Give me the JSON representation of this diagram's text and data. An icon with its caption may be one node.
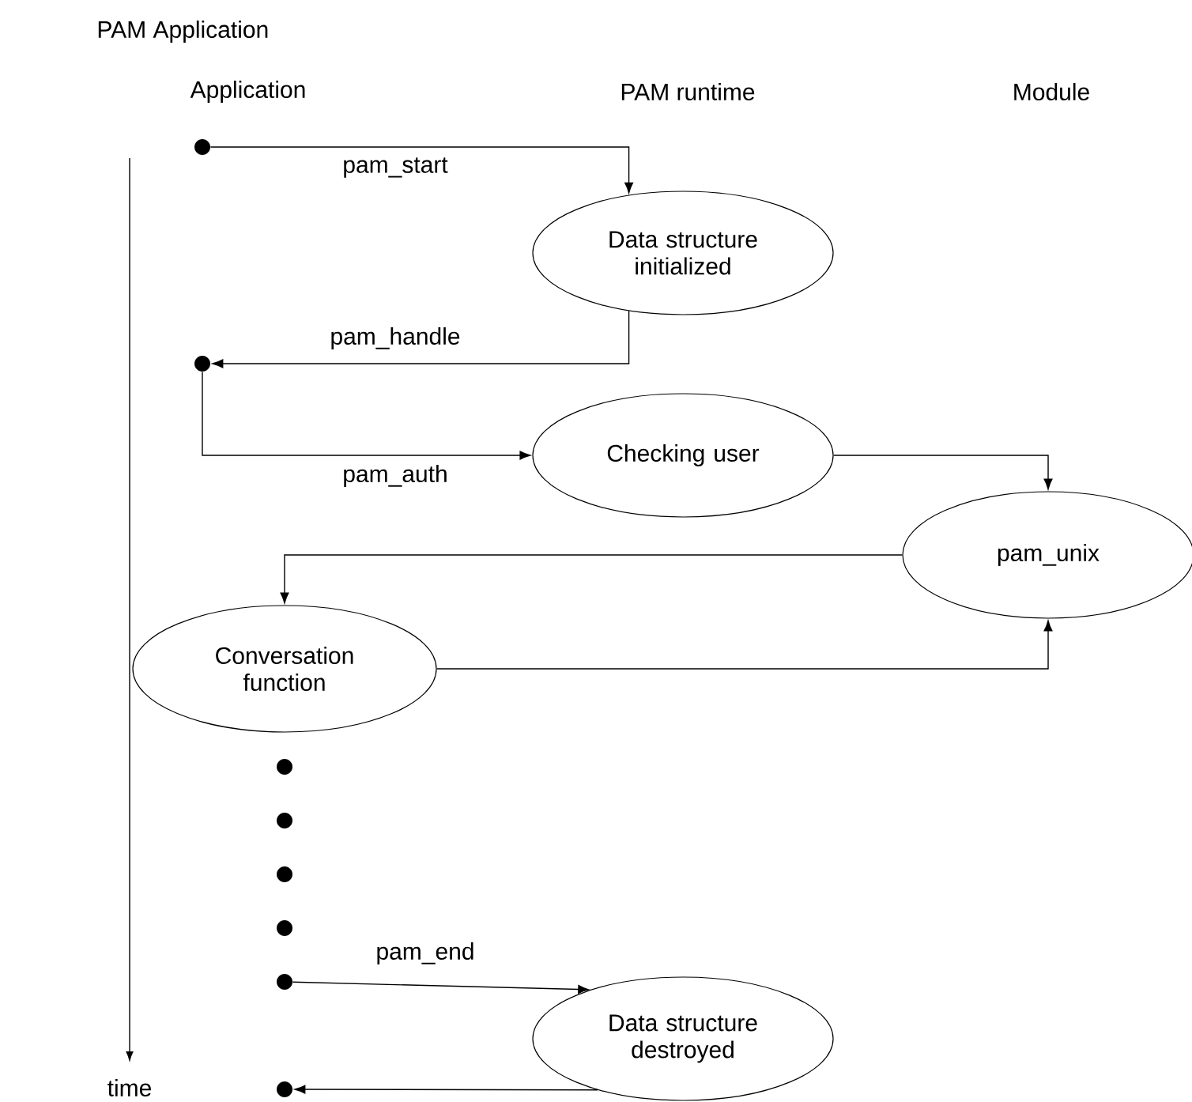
{
  "diagram": {
    "title": "PAM Application",
    "nodes": [
      {
        "text": [],
        "shape": "circle"
      },
      {
        "text": [
          "Data structure initialized"
        ]
      },
      {
        "text": [],
        "shape": "circle"
      },
      {
        "text": [
          "Checking user"
        ]
      },
      {
        "text": [
          "pam_unix"
        ]
      },
      {
        "text": [
          "Conversation function"
        ]
      },
      {
        "text": [],
        "shape": "circle"
      },
      {
        "text": [],
        "shape": "circle"
      },
      {
        "text": [],
        "shape": "circle"
      },
      {
        "text": [],
        "shape": "circle"
      },
      {
        "text": [],
        "shape": "circle"
      },
      {
        "text": [
          "Data structure destroyed"
        ]
      },
      {
        "text": [],
        "shape": "circle"
      }
    ],
    "edges": [
      {
        "from": 0,
        "to": 1,
        "arrow": "to",
        "label": "pam_start"
      },
      {
        "from": 1,
        "to": 2,
        "arrow": "to",
        "label": "pam_handle"
      },
      {
        "from": 2,
        "to": 3,
        "arrow": "to",
        "label": "pam_auth"
      },
      {
        "from": 3,
        "to": 4,
        "arrow": "to"
      },
      {
        "from": 4,
        "to": 5,
        "arrow": "to"
      },
      {
        "from": 5,
        "to": 4,
        "arrow": "to"
      },
      {
        "from": 10,
        "to": 11,
        "arrow": "to",
        "label": "pam_end"
      },
      {
        "from": 11,
        "to": 12,
        "arrow": "to"
      }
    ],
    "labels": [
      "Application",
      "PAM runtime",
      "Module",
      "time"
    ]
  }
}
